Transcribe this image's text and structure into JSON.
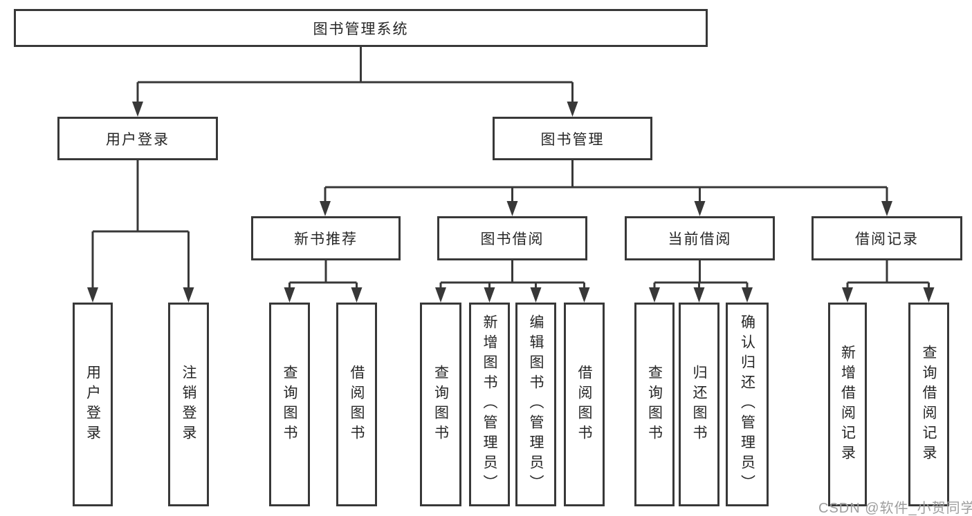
{
  "diagram": {
    "title": "图书管理系统",
    "colors": {
      "line": "#383838",
      "text": "#262626",
      "box_bg": "#ffffff",
      "watermark": "#9e9e9e"
    },
    "nodes": {
      "root": "图书管理系统",
      "user_login": "用户登录",
      "book_mgmt": "图书管理",
      "new_book_rec": "新书推荐",
      "book_borrow": "图书借阅",
      "current_borrow": "当前借阅",
      "borrow_records": "借阅记录",
      "leaf_user_login": "用户登录",
      "leaf_logout": "注销登录",
      "leaf_query_book_1": "查询图书",
      "leaf_borrow_book_1": "借阅图书",
      "leaf_query_book_2": "查询图书",
      "leaf_add_book": "新增图书（管理员）",
      "leaf_edit_book": "编辑图书（管理员）",
      "leaf_borrow_book_2": "借阅图书",
      "leaf_query_book_3": "查询图书",
      "leaf_return_book": "归还图书",
      "leaf_confirm_return": "确认归还（管理员）",
      "leaf_add_record": "新增借阅记录",
      "leaf_query_record": "查询借阅记录"
    },
    "watermark_text": "CSDN @软件_小贺同学"
  }
}
